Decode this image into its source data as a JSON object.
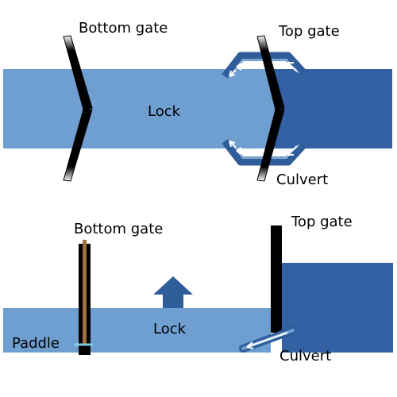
{
  "colors": {
    "lock_water": "#6f9fd1",
    "upstream_water": "#3461a4",
    "arrow_dark": "#2f5d9a",
    "culvert_outline": "#2f5d9a",
    "flow_arrow": "#ffffff",
    "gate": "#000000",
    "paddle_rod": "#a0703c",
    "paddle_marker": "#7ec8e3"
  },
  "top_view": {
    "labels": {
      "bottom_gate": "Bottom gate",
      "top_gate": "Top gate",
      "lock": "Lock",
      "culvert": "Culvert"
    }
  },
  "side_view": {
    "labels": {
      "bottom_gate": "Bottom gate",
      "top_gate": "Top gate",
      "lock": "Lock",
      "culvert": "Culvert",
      "paddle": "Paddle"
    },
    "up_arrow_icon": "arrow-up-icon"
  }
}
